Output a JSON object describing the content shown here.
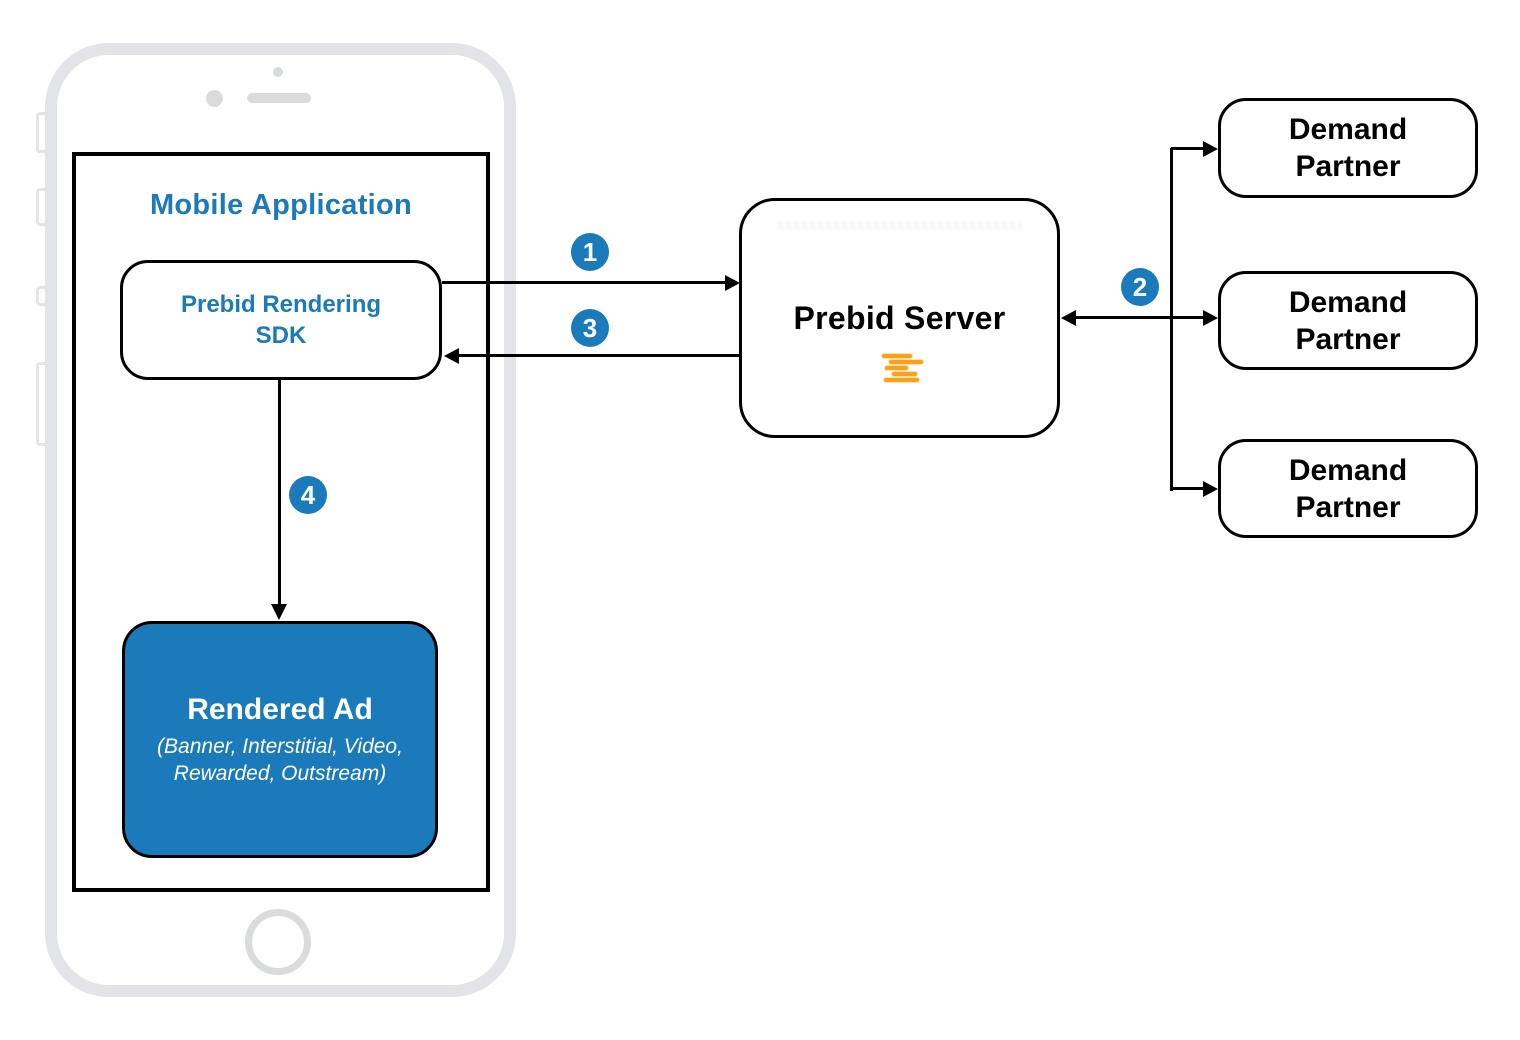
{
  "colors": {
    "prebid_blue": "#1B7AB9",
    "prebid_orange": "#F9A11B",
    "phone_gray": "#E3E4E7",
    "line_black": "#000000"
  },
  "icons": {
    "server_logo": "prebid-lines-logo",
    "phone_parts": [
      "phone-camera",
      "phone-speaker",
      "phone-home-button",
      "phone-side-buttons"
    ]
  },
  "phone": {
    "app_title": "Mobile Application",
    "sdk": {
      "line1": "Prebid Rendering",
      "line2": "SDK"
    },
    "rendered_ad": {
      "title": "Rendered Ad",
      "subtitle_line1": "(Banner, Interstitial, Video,",
      "subtitle_line2": "Rewarded, Outstream)"
    }
  },
  "server": {
    "label": "Prebid Server"
  },
  "demand_partners": [
    {
      "line1": "Demand",
      "line2": "Partner"
    },
    {
      "line1": "Demand",
      "line2": "Partner"
    },
    {
      "line1": "Demand",
      "line2": "Partner"
    }
  ],
  "steps": {
    "s1": "1",
    "s2": "2",
    "s3": "3",
    "s4": "4"
  }
}
